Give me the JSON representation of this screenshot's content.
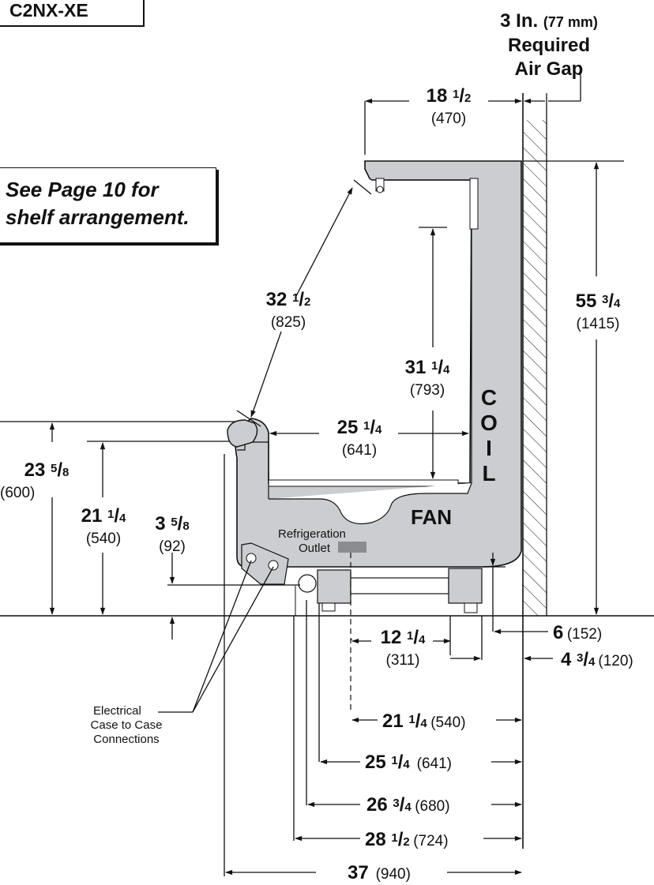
{
  "title": {
    "model": "C2NX-XE",
    "note_line1": "See Page 10 for",
    "note_line2": "shelf arrangement."
  },
  "air_gap": {
    "line1_big": "3 In.",
    "line1_small": "(77 mm)",
    "line2": "Required",
    "line3": "Air Gap"
  },
  "dims": {
    "d18": {
      "whole": "18",
      "num": "1",
      "den": "2",
      "mm": "(470)"
    },
    "d32": {
      "whole": "32",
      "num": "1",
      "den": "2",
      "mm": "(825)"
    },
    "d31": {
      "whole": "31",
      "num": "1",
      "den": "4",
      "mm": "(793)"
    },
    "d55": {
      "whole": "55",
      "num": "3",
      "den": "4",
      "mm": "(1415)"
    },
    "d25top": {
      "whole": "25",
      "num": "1",
      "den": "4",
      "mm": "(641)"
    },
    "d23": {
      "whole": "23",
      "num": "5",
      "den": "8",
      "mm": "(600)"
    },
    "d21left": {
      "whole": "21",
      "num": "1",
      "den": "4",
      "mm": "(540)"
    },
    "d3": {
      "whole": "3",
      "num": "5",
      "den": "8",
      "mm": "(92)"
    },
    "d12": {
      "whole": "12",
      "num": "1",
      "den": "4",
      "mm": "(311)"
    },
    "d6": {
      "whole": "6",
      "mm": "(152)"
    },
    "d4": {
      "whole": "4",
      "num": "3",
      "den": "4",
      "mm": "(120)"
    },
    "d21": {
      "whole": "21",
      "num": "1",
      "den": "4",
      "mm": "(540)"
    },
    "d25": {
      "whole": "25",
      "num": "1",
      "den": "4",
      "mm": "(641)"
    },
    "d26": {
      "whole": "26",
      "num": "3",
      "den": "4",
      "mm": "(680)"
    },
    "d28": {
      "whole": "28",
      "num": "1",
      "den": "2",
      "mm": "(724)"
    },
    "d37": {
      "whole": "37",
      "mm": "(940)"
    }
  },
  "labels": {
    "coil": [
      "C",
      "O",
      "I",
      "L"
    ],
    "fan": "FAN",
    "refrigeration": "Refrigeration",
    "outlet": "Outlet",
    "electrical_line1": "Electrical",
    "electrical_line2": "Case to Case",
    "electrical_line3": "Connections"
  },
  "colors": {
    "case_fill": "#cbcdd0",
    "line": "#111111",
    "outlet_marker": "#8a8c8f"
  }
}
